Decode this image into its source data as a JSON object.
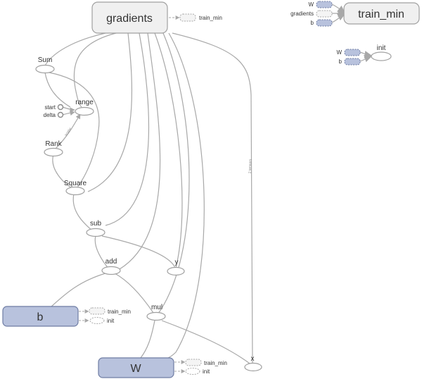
{
  "graph": {
    "nodes": {
      "gradients": "gradients",
      "train_min": "train_min",
      "init": "init",
      "sum": "Sum",
      "range": "range",
      "start": "start",
      "delta": "delta",
      "rank": "Rank",
      "square": "Square",
      "sub": "sub",
      "add": "add",
      "y": "y",
      "mul": "mul",
      "b": "b",
      "w": "W",
      "x": "x"
    },
    "aux": {
      "gradients_train_min": "train_min",
      "b_train_min": "train_min",
      "b_init": "init",
      "w_train_min": "train_min",
      "w_init": "init"
    },
    "train_min_inputs": [
      "W",
      "gradients",
      "b"
    ],
    "init_inputs": [
      "W",
      "b"
    ],
    "edge_labels": {
      "x_gradients": "2 tensors",
      "rank_range": "scalar"
    }
  },
  "colors": {
    "variable_fill": "#b8c2dd",
    "variable_stroke": "#6e7ca3",
    "meta_fill": "#f0f0f0",
    "edge": "#a8a8a8"
  }
}
